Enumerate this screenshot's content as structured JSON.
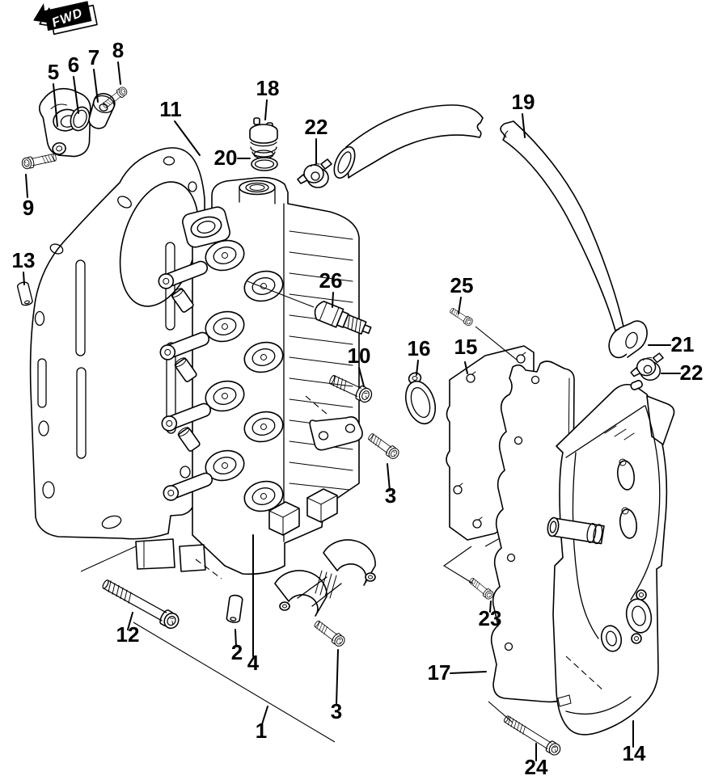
{
  "diagram": {
    "fwd_marker": "FWD",
    "background_color": "#ffffff",
    "line_color": "#000000",
    "callouts": {
      "c1": "1",
      "c2": "2",
      "c3a": "3",
      "c3b": "3",
      "c4": "4",
      "c5": "5",
      "c6": "6",
      "c7": "7",
      "c8": "8",
      "c9": "9",
      "c10": "10",
      "c11": "11",
      "c12": "12",
      "c13": "13",
      "c14": "14",
      "c15": "15",
      "c16": "16",
      "c17": "17",
      "c18": "18",
      "c19": "19",
      "c20": "20",
      "c21": "21",
      "c22a": "22",
      "c22b": "22",
      "c23": "23",
      "c24": "24",
      "c25": "25",
      "c26": "26"
    }
  }
}
